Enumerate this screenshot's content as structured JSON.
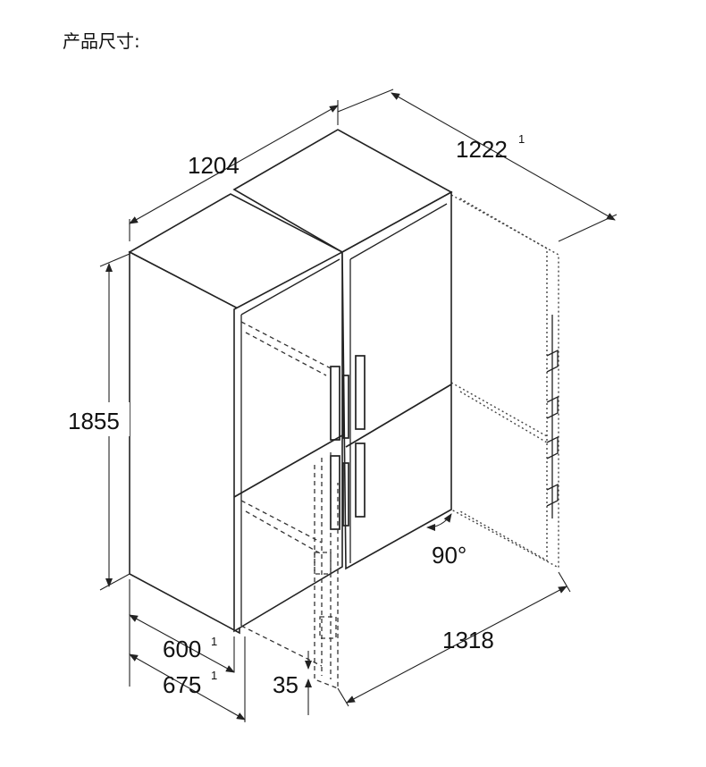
{
  "title": "产品尺寸:",
  "dimensions": {
    "width": "1204",
    "depth_total": "1222",
    "depth_total_note": "1",
    "height": "1855",
    "depth_body": "600",
    "depth_body_note": "1",
    "depth_with_handle": "675",
    "depth_with_handle_note": "1",
    "gap": "35",
    "open_width": "1318",
    "door_angle": "90°"
  }
}
